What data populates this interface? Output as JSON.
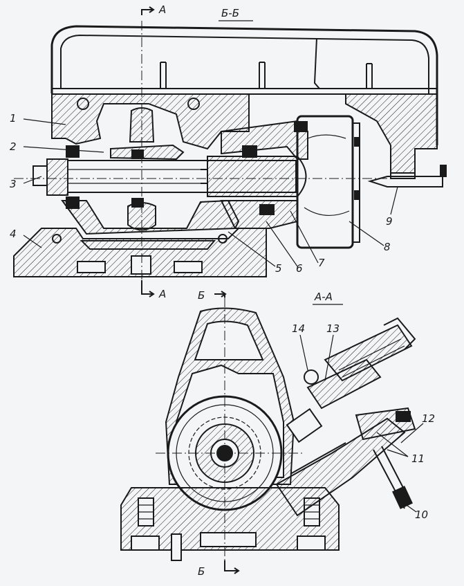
{
  "sections": {
    "top_title": "Б-Б",
    "bottom_title": "А-А",
    "cut_a_top": "А",
    "cut_a_bottom": "А",
    "cut_b_top": "Б",
    "cut_b_bottom": "Б"
  },
  "callouts": [
    "1",
    "2",
    "3",
    "4",
    "5",
    "6",
    "7",
    "8",
    "9",
    "10",
    "11",
    "12",
    "13",
    "14"
  ],
  "colors": {
    "ink": "#1a1a1a",
    "paper": "#f4f5f6"
  }
}
